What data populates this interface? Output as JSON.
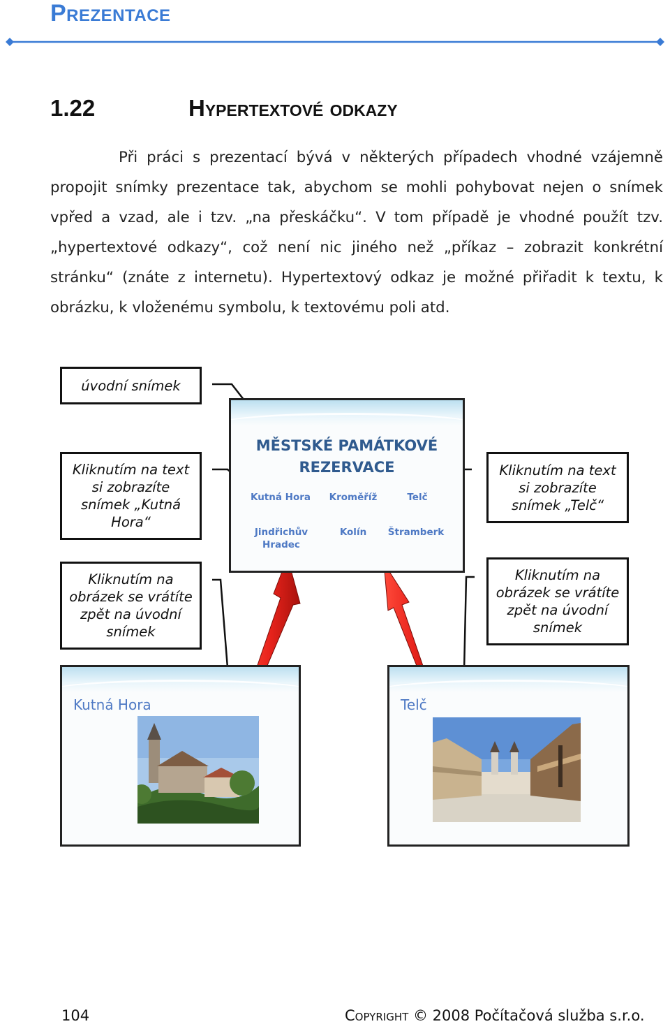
{
  "header": {
    "title": "Prezentace",
    "accent_color": "#3a7bd5"
  },
  "section": {
    "number": "1.22",
    "title": "Hypertextové odkazy"
  },
  "body": {
    "paragraph": "Při práci s prezentací bývá v některých případech vhodné vzájemně propojit snímky prezentace tak, abychom se mohli pohybovat nejen o snímek vpřed a vzad, ale i tzv. „na přeskáčku“. V tom případě je vhodné použít tzv. „hypertextové odkazy“, což není nic jiného než „příkaz – zobrazit konkrétní stránku“ (znáte z internetu). Hypertextový odkaz je možné přiřadit k textu, k obrázku, k vloženému symbolu, k textovému poli atd."
  },
  "callouts": {
    "intro_slide": "úvodní snímek",
    "click_text_kutna": "Kliknutím na text si zobrazíte snímek „Kutná Hora“",
    "click_text_telc": "Kliknutím na text si zobrazíte snímek „Telč“",
    "click_image_back_left": "Kliknutím na obrázek se vrátíte zpět na úvodní snímek",
    "click_image_back_right": "Kliknutím na obrázek se vrátíte zpět na úvodní snímek"
  },
  "main_slide": {
    "title_line1": "MĚSTSKÉ PAMÁTKOVÉ",
    "title_line2": "REZERVACE",
    "links": [
      "Kutná Hora",
      "Kroměříž",
      "Telč",
      "Jindřichův Hradec",
      "Kolín",
      "Štramberk"
    ]
  },
  "slide_kutna": {
    "title": "Kutná Hora"
  },
  "slide_telc": {
    "title": "Telč"
  },
  "colors": {
    "arrow_red": "#e8231c",
    "slide_link_blue": "#4e79c4"
  },
  "footer": {
    "page_number": "104",
    "copyright_word": "Copyright",
    "copyright_rest": "© 2008  Počítačová služba s.r.o."
  }
}
